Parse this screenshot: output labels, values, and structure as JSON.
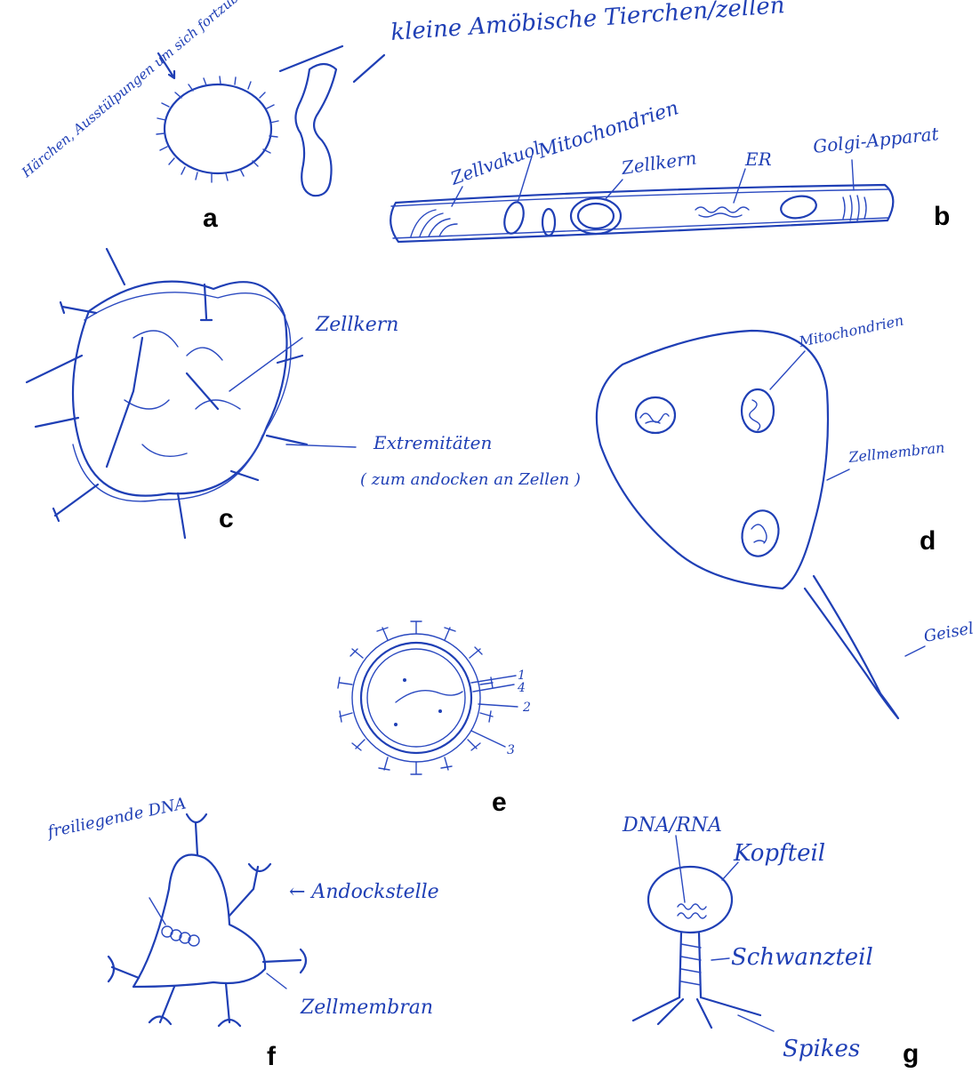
{
  "colors": {
    "ink": "#1f3fb5",
    "background": "#ffffff",
    "panel_letter": "#000000"
  },
  "panels": {
    "a": {
      "letter": "a",
      "labels": {
        "cilia": "Härchen, Ausstülpungen um sich fortzubewegen?",
        "title": "kleine Amöbische Tierchen/zellen"
      }
    },
    "b": {
      "letter": "b",
      "labels": {
        "vacuole": "Zellvakuol",
        "mitochondria": "Mitochondrien",
        "nucleus": "Zellkern",
        "er": "ER",
        "golgi": "Golgi-Apparat"
      }
    },
    "c": {
      "letter": "c",
      "labels": {
        "nucleus": "Zellkern",
        "extremities": "Extremitäten",
        "extremities_note": "( zum andocken an Zellen )"
      }
    },
    "d": {
      "letter": "d",
      "labels": {
        "mitochondria": "Mitochondrien",
        "membrane": "Zellmembran",
        "flagellum": "Geisel"
      }
    },
    "e": {
      "letter": "e",
      "labels": {
        "n1": "1",
        "n4": "4",
        "n2": "2",
        "n3": "3"
      }
    },
    "f": {
      "letter": "f",
      "labels": {
        "dna": "freiliegende DNA",
        "docking": "← Andockstelle",
        "membrane": "Zellmembran"
      }
    },
    "g": {
      "letter": "g",
      "labels": {
        "dna_rna": "DNA/RNA",
        "head": "Kopfteil",
        "tail": "Schwanzteil",
        "spikes": "Spikes"
      }
    }
  }
}
